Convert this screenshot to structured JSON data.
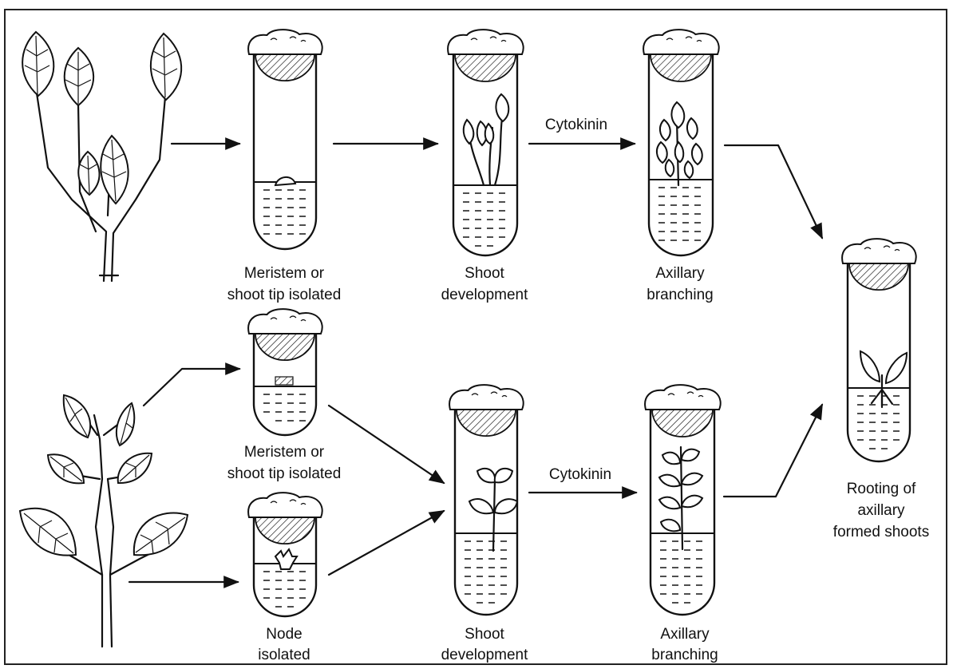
{
  "labels": {
    "top_isolated_1": "Meristem or",
    "top_isolated_2": "shoot tip isolated",
    "top_shoot_1": "Shoot",
    "top_shoot_2": "development",
    "top_cytokinin": "Cytokinin",
    "top_axillary_1": "Axillary",
    "top_axillary_2": "branching",
    "mid_isolated_1": "Meristem or",
    "mid_isolated_2": "shoot tip isolated",
    "node_1": "Node",
    "node_2": "isolated",
    "bot_shoot_1": "Shoot",
    "bot_shoot_2": "development",
    "bot_cytokinin": "Cytokinin",
    "bot_axillary_1": "Axillary",
    "bot_axillary_2": "branching",
    "rooting_1": "Rooting of",
    "rooting_2": "axillary",
    "rooting_3": "formed shoots"
  },
  "icons": {
    "plant": "plant-drawing",
    "tube": "test-tube",
    "arrow": "arrow"
  }
}
